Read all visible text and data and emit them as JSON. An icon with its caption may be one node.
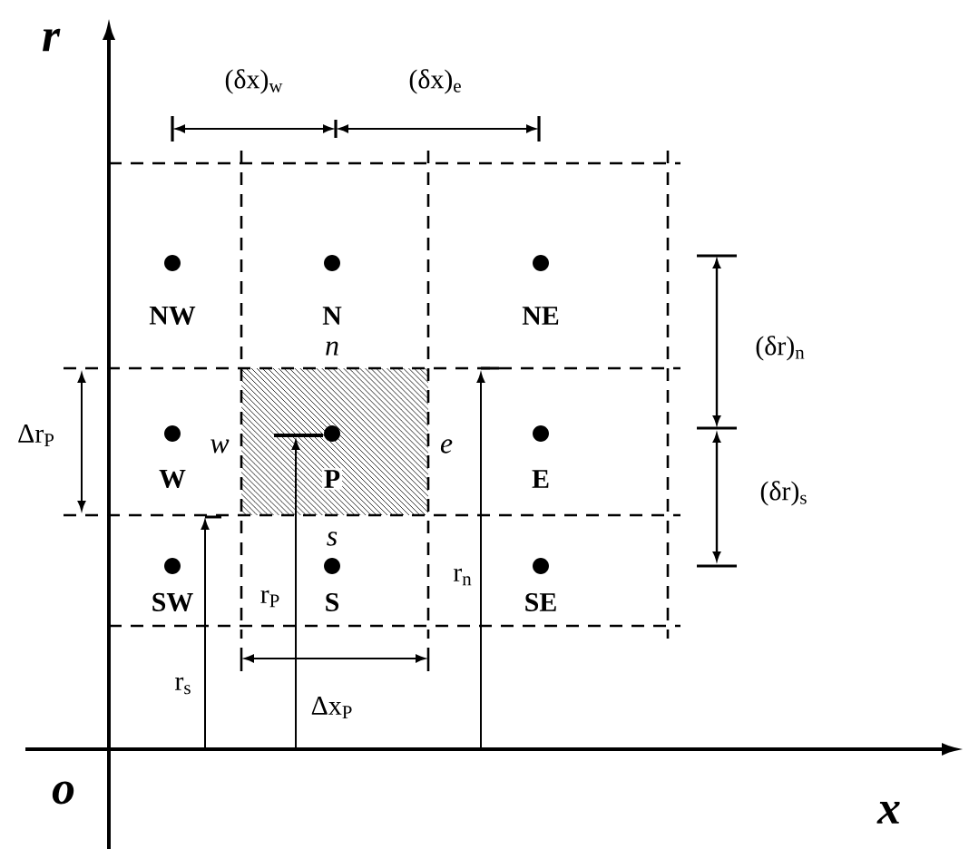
{
  "diagram": {
    "labels": [
      "r",
      "(δx)$_{w}$",
      "(δx)$_{e}$",
      "NW",
      "N",
      "NE",
      "n",
      "(δr)$_{n}$",
      "Δr$_{P}$",
      "w",
      "W",
      "P",
      "e",
      "E",
      "(δr)$_{s}$",
      "s",
      "r$_{n}$",
      "SW",
      "r$_{P}$",
      "S",
      "SE",
      "r$_{s}$",
      "Δx$_{P}$",
      "o",
      "x"
    ]
  }
}
